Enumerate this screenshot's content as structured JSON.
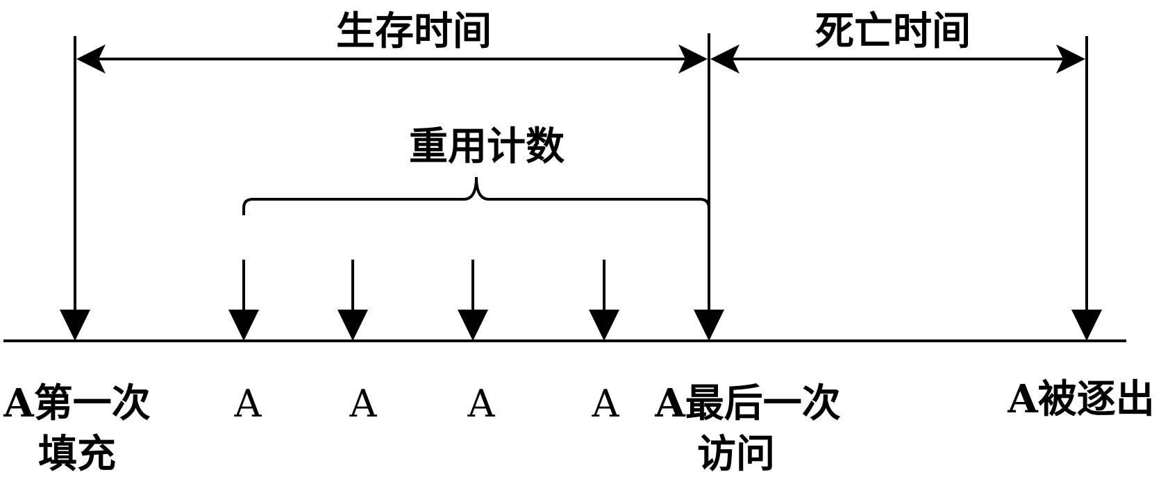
{
  "labels": {
    "lifetime": "生存时间",
    "dead_time": "死亡时间",
    "reuse_count": "重用计数",
    "first_fill_line1": "A第一次",
    "first_fill_line2": "填充",
    "access_1": "A",
    "access_2": "A",
    "access_3": "A",
    "access_4": "A",
    "last_access_line1": "A最后一次",
    "last_access_line2": "访问",
    "evicted": "A被逐出"
  },
  "colors": {
    "stroke": "#000000",
    "background": "#ffffff"
  }
}
